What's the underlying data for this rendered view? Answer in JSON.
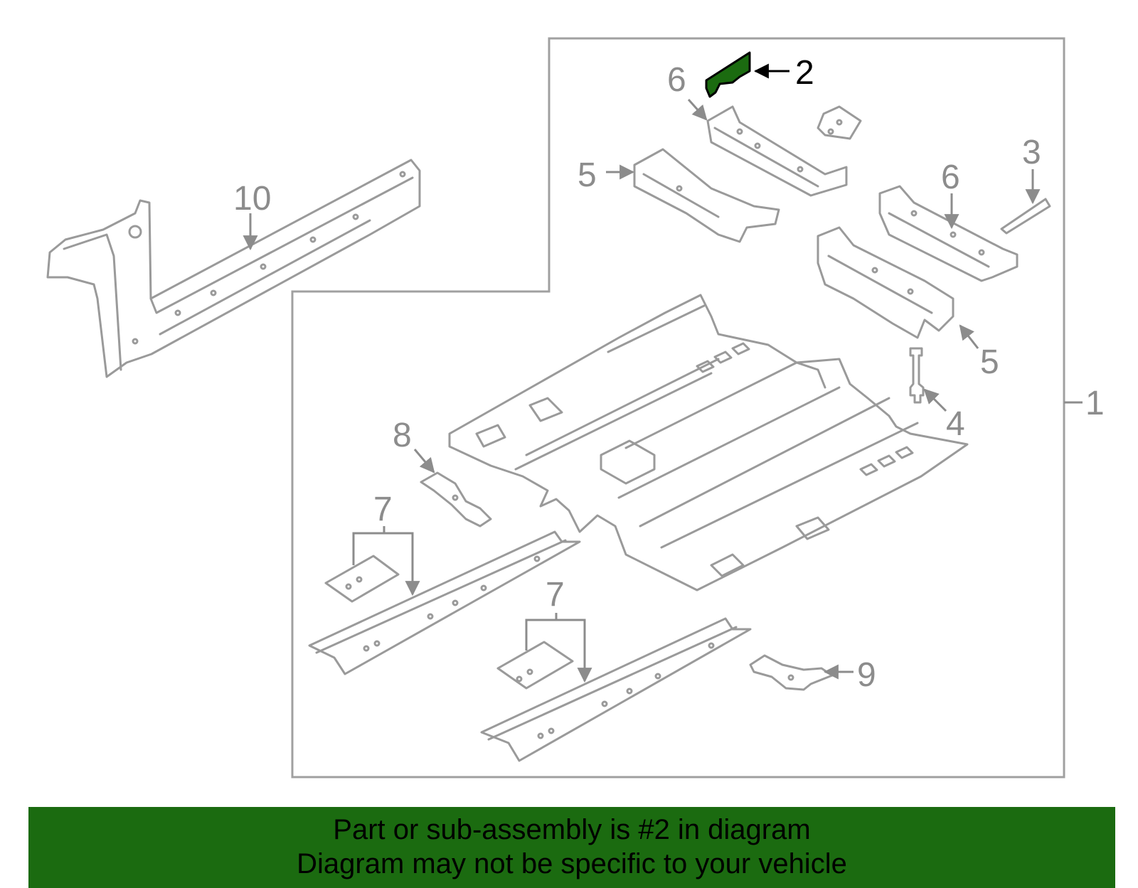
{
  "callouts": {
    "c1": "1",
    "c2": "2",
    "c3": "3",
    "c4": "4",
    "c5a": "5",
    "c5b": "5",
    "c6a": "6",
    "c6b": "6",
    "c7a": "7",
    "c7b": "7",
    "c8": "8",
    "c9": "9",
    "c10": "10"
  },
  "banner": {
    "line1": "Part or sub-assembly is #2 in diagram",
    "line2": "Diagram may not be specific to your vehicle"
  },
  "colors": {
    "highlight_part": "#1b6b10",
    "banner_background": "#1b6b10",
    "line_art": "#9a9a9a"
  }
}
